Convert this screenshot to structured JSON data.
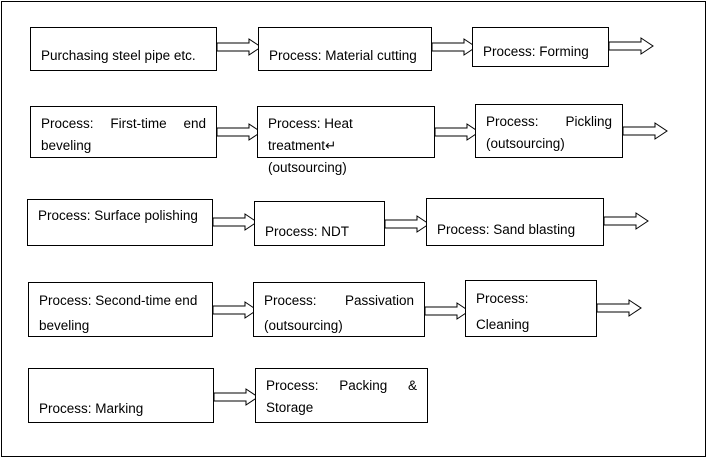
{
  "steps": {
    "s1": {
      "l1": "Purchasing steel pipe etc."
    },
    "s2": {
      "l1": "Process: Material cutting"
    },
    "s3": {
      "l1": "Process: Forming"
    },
    "s4": {
      "l1": "Process:   First-time   end",
      "l2": "beveling"
    },
    "s5": {
      "l1": "Process: Heat treatment↵",
      "l2": "(outsourcing)"
    },
    "s6": {
      "l1": "Process:      Pickling",
      "l2": "(outsourcing)"
    },
    "s7": {
      "l1": "Process: Surface polishing"
    },
    "s8": {
      "l1": "Process: NDT"
    },
    "s9": {
      "l1": "Process: Sand blasting"
    },
    "s10": {
      "l1": "Process: Second-time end",
      "l2": "beveling"
    },
    "s11": {
      "l1": "Process:    Passivation",
      "l2": "(outsourcing)"
    },
    "s12": {
      "l1": "Process:",
      "l2": "Cleaning"
    },
    "s13": {
      "l1": "Process: Marking"
    },
    "s14": {
      "l1": "Process:    Packing    &",
      "l2": "Storage"
    }
  }
}
